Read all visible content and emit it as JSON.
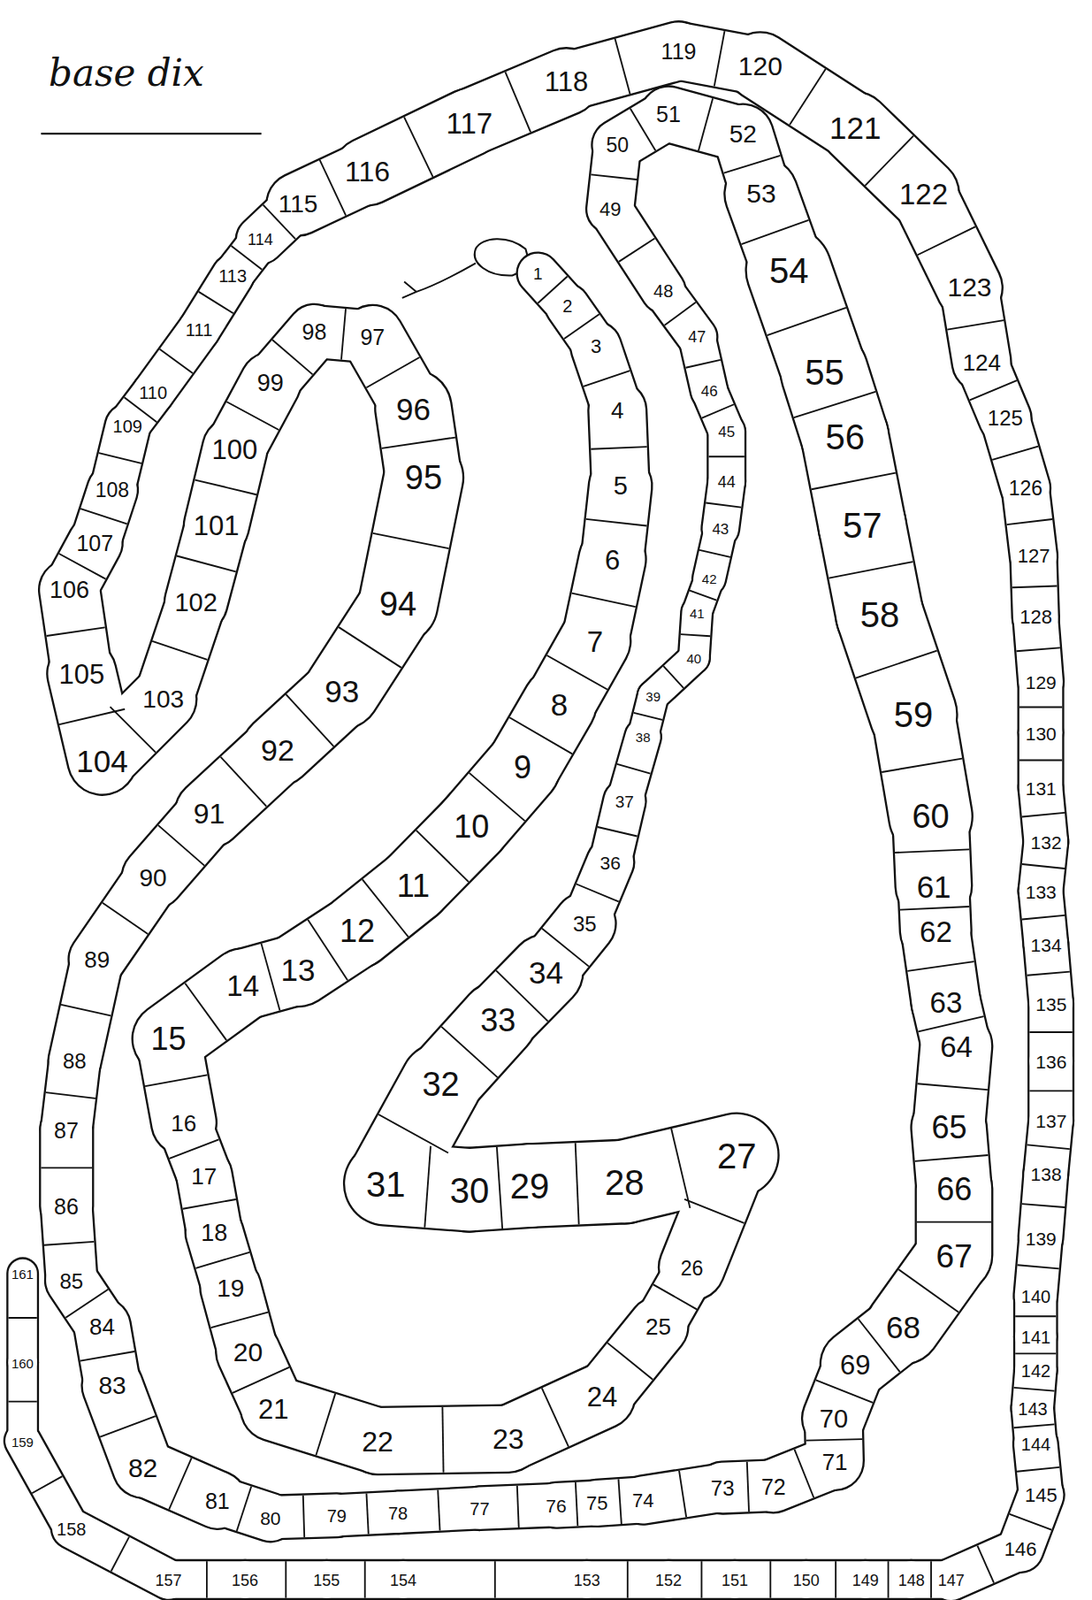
{
  "diagram": {
    "title": "base dix",
    "nodes": [
      {
        "text": [
          "1"
        ]
      },
      {
        "text": [
          "2"
        ]
      },
      {
        "text": [
          "3"
        ]
      },
      {
        "text": [
          "4"
        ]
      },
      {
        "text": [
          "5"
        ]
      },
      {
        "text": [
          "6"
        ]
      },
      {
        "text": [
          "7"
        ]
      },
      {
        "text": [
          "8"
        ]
      },
      {
        "text": [
          "9"
        ]
      },
      {
        "text": [
          "10"
        ]
      },
      {
        "text": [
          "11"
        ]
      },
      {
        "text": [
          "12"
        ]
      },
      {
        "text": [
          "13"
        ]
      },
      {
        "text": [
          "14"
        ]
      },
      {
        "text": [
          "15"
        ]
      },
      {
        "text": [
          "16"
        ]
      },
      {
        "text": [
          "17"
        ]
      },
      {
        "text": [
          "18"
        ]
      },
      {
        "text": [
          "19"
        ]
      },
      {
        "text": [
          "20"
        ]
      },
      {
        "text": [
          "21"
        ]
      },
      {
        "text": [
          "22"
        ]
      },
      {
        "text": [
          "23"
        ]
      },
      {
        "text": [
          "24"
        ]
      },
      {
        "text": [
          "25"
        ]
      },
      {
        "text": [
          "26"
        ]
      },
      {
        "text": [
          "27"
        ]
      },
      {
        "text": [
          "28"
        ]
      },
      {
        "text": [
          "29"
        ]
      },
      {
        "text": [
          "30"
        ]
      },
      {
        "text": [
          "31"
        ]
      },
      {
        "text": [
          "32"
        ]
      },
      {
        "text": [
          "33"
        ]
      },
      {
        "text": [
          "34"
        ]
      },
      {
        "text": [
          "35"
        ]
      },
      {
        "text": [
          "36"
        ]
      },
      {
        "text": [
          "37"
        ]
      },
      {
        "text": [
          "38"
        ]
      },
      {
        "text": [
          "39"
        ]
      },
      {
        "text": [
          "40"
        ]
      },
      {
        "text": [
          "41"
        ]
      },
      {
        "text": [
          "42"
        ]
      },
      {
        "text": [
          "43"
        ]
      },
      {
        "text": [
          "44"
        ]
      },
      {
        "text": [
          "45"
        ]
      },
      {
        "text": [
          "46"
        ]
      },
      {
        "text": [
          "47"
        ]
      },
      {
        "text": [
          "48"
        ]
      },
      {
        "text": [
          "49"
        ]
      },
      {
        "text": [
          "50"
        ]
      },
      {
        "text": [
          "51"
        ]
      },
      {
        "text": [
          "52"
        ]
      },
      {
        "text": [
          "53"
        ]
      },
      {
        "text": [
          "54"
        ]
      },
      {
        "text": [
          "55"
        ]
      },
      {
        "text": [
          "56"
        ]
      },
      {
        "text": [
          "57"
        ]
      },
      {
        "text": [
          "58"
        ]
      },
      {
        "text": [
          "59"
        ]
      },
      {
        "text": [
          "60"
        ]
      },
      {
        "text": [
          "61"
        ]
      },
      {
        "text": [
          "62"
        ]
      },
      {
        "text": [
          "63"
        ]
      },
      {
        "text": [
          "64"
        ]
      },
      {
        "text": [
          "65"
        ]
      },
      {
        "text": [
          "66"
        ]
      },
      {
        "text": [
          "67"
        ]
      },
      {
        "text": [
          "68"
        ]
      },
      {
        "text": [
          "69"
        ]
      },
      {
        "text": [
          "70"
        ]
      },
      {
        "text": [
          "71"
        ]
      },
      {
        "text": [
          "72"
        ]
      },
      {
        "text": [
          "73"
        ]
      },
      {
        "text": [
          "74"
        ]
      },
      {
        "text": [
          "75"
        ]
      },
      {
        "text": [
          "76"
        ]
      },
      {
        "text": [
          "77"
        ]
      },
      {
        "text": [
          "78"
        ]
      },
      {
        "text": [
          "79"
        ]
      },
      {
        "text": [
          "80"
        ]
      },
      {
        "text": [
          "81"
        ]
      },
      {
        "text": [
          "82"
        ]
      },
      {
        "text": [
          "83"
        ]
      },
      {
        "text": [
          "84"
        ]
      },
      {
        "text": [
          "85"
        ]
      },
      {
        "text": [
          "86"
        ]
      },
      {
        "text": [
          "87"
        ]
      },
      {
        "text": [
          "88"
        ]
      },
      {
        "text": [
          "89"
        ]
      },
      {
        "text": [
          "90"
        ]
      },
      {
        "text": [
          "91"
        ]
      },
      {
        "text": [
          "92"
        ]
      },
      {
        "text": [
          "93"
        ]
      },
      {
        "text": [
          "94"
        ]
      },
      {
        "text": [
          "95"
        ]
      },
      {
        "text": [
          "96"
        ]
      },
      {
        "text": [
          "97"
        ]
      },
      {
        "text": [
          "98"
        ]
      },
      {
        "text": [
          "99"
        ]
      },
      {
        "text": [
          "100"
        ]
      },
      {
        "text": [
          "101"
        ]
      },
      {
        "text": [
          "102"
        ]
      },
      {
        "text": [
          "103"
        ]
      },
      {
        "text": [
          "104"
        ]
      },
      {
        "text": [
          "105"
        ]
      },
      {
        "text": [
          "106"
        ]
      },
      {
        "text": [
          "107"
        ]
      },
      {
        "text": [
          "108"
        ]
      },
      {
        "text": [
          "109"
        ]
      },
      {
        "text": [
          "110"
        ]
      },
      {
        "text": [
          "111"
        ]
      },
      {
        "text": [
          "113"
        ]
      },
      {
        "text": [
          "114"
        ]
      },
      {
        "text": [
          "115"
        ]
      },
      {
        "text": [
          "116"
        ]
      },
      {
        "text": [
          "117"
        ]
      },
      {
        "text": [
          "118"
        ]
      },
      {
        "text": [
          "119"
        ]
      },
      {
        "text": [
          "120"
        ]
      },
      {
        "text": [
          "121"
        ]
      },
      {
        "text": [
          "122"
        ]
      },
      {
        "text": [
          "123"
        ]
      },
      {
        "text": [
          "124"
        ]
      },
      {
        "text": [
          "125"
        ]
      },
      {
        "text": [
          "126"
        ]
      },
      {
        "text": [
          "127"
        ]
      },
      {
        "text": [
          "128"
        ]
      },
      {
        "text": [
          "129"
        ]
      },
      {
        "text": [
          "130"
        ]
      },
      {
        "text": [
          "131"
        ]
      },
      {
        "text": [
          "132"
        ]
      },
      {
        "text": [
          "133"
        ]
      },
      {
        "text": [
          "134"
        ]
      },
      {
        "text": [
          "135"
        ]
      },
      {
        "text": [
          "136"
        ]
      },
      {
        "text": [
          "137"
        ]
      },
      {
        "text": [
          "138"
        ]
      },
      {
        "text": [
          "139"
        ]
      },
      {
        "text": [
          "140"
        ]
      },
      {
        "text": [
          "141"
        ]
      },
      {
        "text": [
          "142"
        ]
      },
      {
        "text": [
          "143"
        ]
      },
      {
        "text": [
          "144"
        ]
      },
      {
        "text": [
          "145"
        ]
      },
      {
        "text": [
          "146"
        ]
      },
      {
        "text": [
          "147"
        ]
      },
      {
        "text": [
          "148"
        ]
      },
      {
        "text": [
          "149"
        ]
      },
      {
        "text": [
          "150"
        ]
      },
      {
        "text": [
          "151"
        ]
      },
      {
        "text": [
          "152"
        ]
      },
      {
        "text": [
          "153"
        ]
      },
      {
        "text": [
          "154"
        ]
      },
      {
        "text": [
          "155"
        ]
      },
      {
        "text": [
          "156"
        ]
      },
      {
        "text": [
          "157"
        ]
      },
      {
        "text": [
          "158"
        ]
      },
      {
        "text": [
          "159"
        ]
      },
      {
        "text": [
          "160"
        ]
      },
      {
        "text": [
          "161"
        ]
      }
    ]
  }
}
